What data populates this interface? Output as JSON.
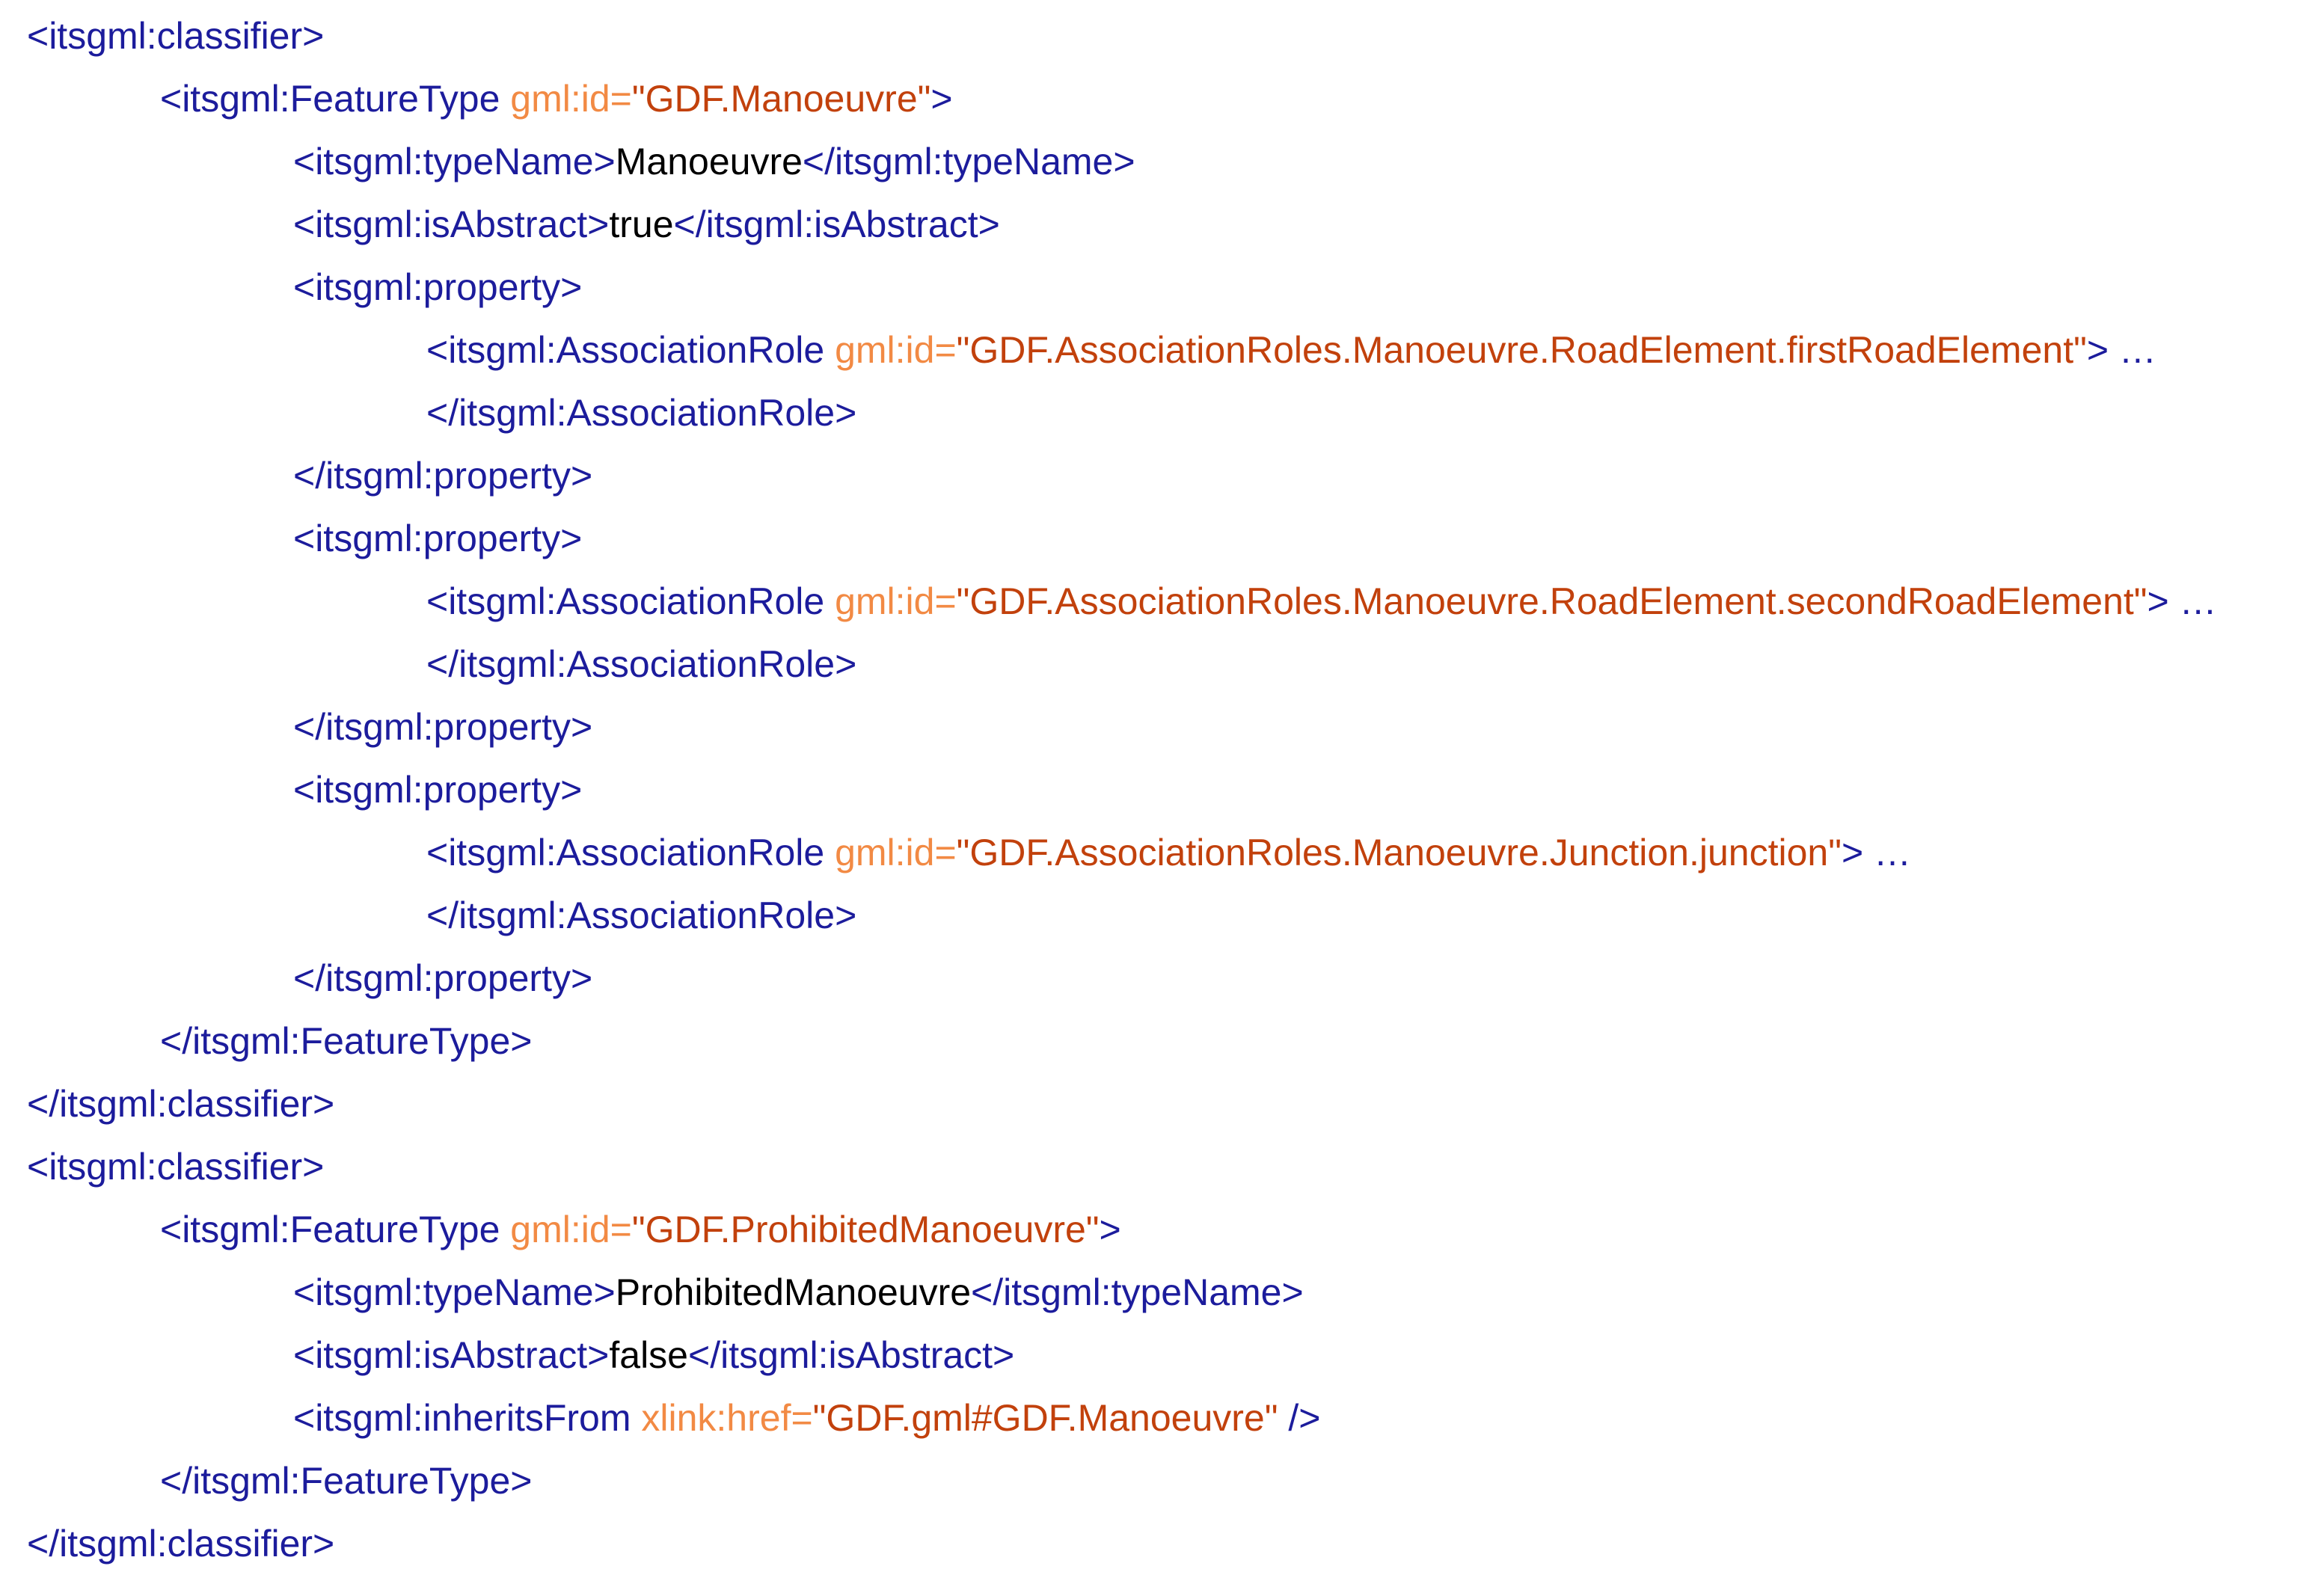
{
  "colors": {
    "tag": "#1c1c9c",
    "attr": "#f28a44",
    "value": "#c2410c",
    "text": "#000000",
    "background": "#ffffff"
  },
  "lines": [
    {
      "indent": 0,
      "tokens": [
        {
          "t": "tag",
          "v": "<itsgml:classifier>"
        }
      ]
    },
    {
      "indent": 1,
      "tokens": [
        {
          "t": "tag",
          "v": "<itsgml:FeatureType "
        },
        {
          "t": "attr",
          "v": "gml:id="
        },
        {
          "t": "val",
          "v": "\"GDF.Manoeuvre\""
        },
        {
          "t": "tag",
          "v": ">"
        }
      ]
    },
    {
      "indent": 2,
      "tokens": [
        {
          "t": "tag",
          "v": "<itsgml:typeName>"
        },
        {
          "t": "text",
          "v": "Manoeuvre"
        },
        {
          "t": "tag",
          "v": "</itsgml:typeName>"
        }
      ]
    },
    {
      "indent": 2,
      "tokens": [
        {
          "t": "tag",
          "v": "<itsgml:isAbstract>"
        },
        {
          "t": "text",
          "v": "true"
        },
        {
          "t": "tag",
          "v": "</itsgml:isAbstract>"
        }
      ]
    },
    {
      "indent": 2,
      "tokens": [
        {
          "t": "tag",
          "v": "<itsgml:property>"
        }
      ]
    },
    {
      "indent": 3,
      "tokens": [
        {
          "t": "tag",
          "v": "<itsgml:AssociationRole "
        },
        {
          "t": "attr",
          "v": "gml:id="
        },
        {
          "t": "val",
          "v": "\"GDF.AssociationRoles.Manoeuvre.RoadElement.firstRoadElement\""
        },
        {
          "t": "tag",
          "v": "> …"
        }
      ]
    },
    {
      "indent": 3,
      "tokens": [
        {
          "t": "tag",
          "v": "</itsgml:AssociationRole>"
        }
      ]
    },
    {
      "indent": 2,
      "tokens": [
        {
          "t": "tag",
          "v": "</itsgml:property>"
        }
      ]
    },
    {
      "indent": 2,
      "tokens": [
        {
          "t": "tag",
          "v": "<itsgml:property>"
        }
      ]
    },
    {
      "indent": 3,
      "tokens": [
        {
          "t": "tag",
          "v": "<itsgml:AssociationRole "
        },
        {
          "t": "attr",
          "v": "gml:id="
        },
        {
          "t": "val",
          "v": "\"GDF.AssociationRoles.Manoeuvre.RoadElement.secondRoadElement\""
        },
        {
          "t": "tag",
          "v": "> …"
        }
      ]
    },
    {
      "indent": 3,
      "tokens": [
        {
          "t": "tag",
          "v": "</itsgml:AssociationRole>"
        }
      ]
    },
    {
      "indent": 2,
      "tokens": [
        {
          "t": "tag",
          "v": "</itsgml:property>"
        }
      ]
    },
    {
      "indent": 2,
      "tokens": [
        {
          "t": "tag",
          "v": "<itsgml:property>"
        }
      ]
    },
    {
      "indent": 3,
      "tokens": [
        {
          "t": "tag",
          "v": "<itsgml:AssociationRole "
        },
        {
          "t": "attr",
          "v": "gml:id="
        },
        {
          "t": "val",
          "v": "\"GDF.AssociationRoles.Manoeuvre.Junction.junction\""
        },
        {
          "t": "tag",
          "v": "> …"
        }
      ]
    },
    {
      "indent": 3,
      "tokens": [
        {
          "t": "tag",
          "v": "</itsgml:AssociationRole>"
        }
      ]
    },
    {
      "indent": 2,
      "tokens": [
        {
          "t": "tag",
          "v": "</itsgml:property>"
        }
      ]
    },
    {
      "indent": 1,
      "tokens": [
        {
          "t": "tag",
          "v": "</itsgml:FeatureType>"
        }
      ]
    },
    {
      "indent": 0,
      "tokens": [
        {
          "t": "tag",
          "v": "</itsgml:classifier>"
        }
      ]
    },
    {
      "indent": 0,
      "tokens": [
        {
          "t": "tag",
          "v": "<itsgml:classifier>"
        }
      ]
    },
    {
      "indent": 1,
      "tokens": [
        {
          "t": "tag",
          "v": "<itsgml:FeatureType "
        },
        {
          "t": "attr",
          "v": "gml:id="
        },
        {
          "t": "val",
          "v": "\"GDF.ProhibitedManoeuvre\""
        },
        {
          "t": "tag",
          "v": ">"
        }
      ]
    },
    {
      "indent": 2,
      "tokens": [
        {
          "t": "tag",
          "v": "<itsgml:typeName>"
        },
        {
          "t": "text",
          "v": "ProhibitedManoeuvre"
        },
        {
          "t": "tag",
          "v": "</itsgml:typeName>"
        }
      ]
    },
    {
      "indent": 2,
      "tokens": [
        {
          "t": "tag",
          "v": "<itsgml:isAbstract>"
        },
        {
          "t": "text",
          "v": "false"
        },
        {
          "t": "tag",
          "v": "</itsgml:isAbstract>"
        }
      ]
    },
    {
      "indent": 2,
      "tokens": [
        {
          "t": "tag",
          "v": "<itsgml:inheritsFrom "
        },
        {
          "t": "attr",
          "v": "xlink:href="
        },
        {
          "t": "val",
          "v": "\"GDF.gml#GDF.Manoeuvre\""
        },
        {
          "t": "tag",
          "v": " />"
        }
      ]
    },
    {
      "indent": 1,
      "tokens": [
        {
          "t": "tag",
          "v": "</itsgml:FeatureType>"
        }
      ]
    },
    {
      "indent": 0,
      "tokens": [
        {
          "t": "tag",
          "v": "</itsgml:classifier>"
        }
      ]
    }
  ]
}
